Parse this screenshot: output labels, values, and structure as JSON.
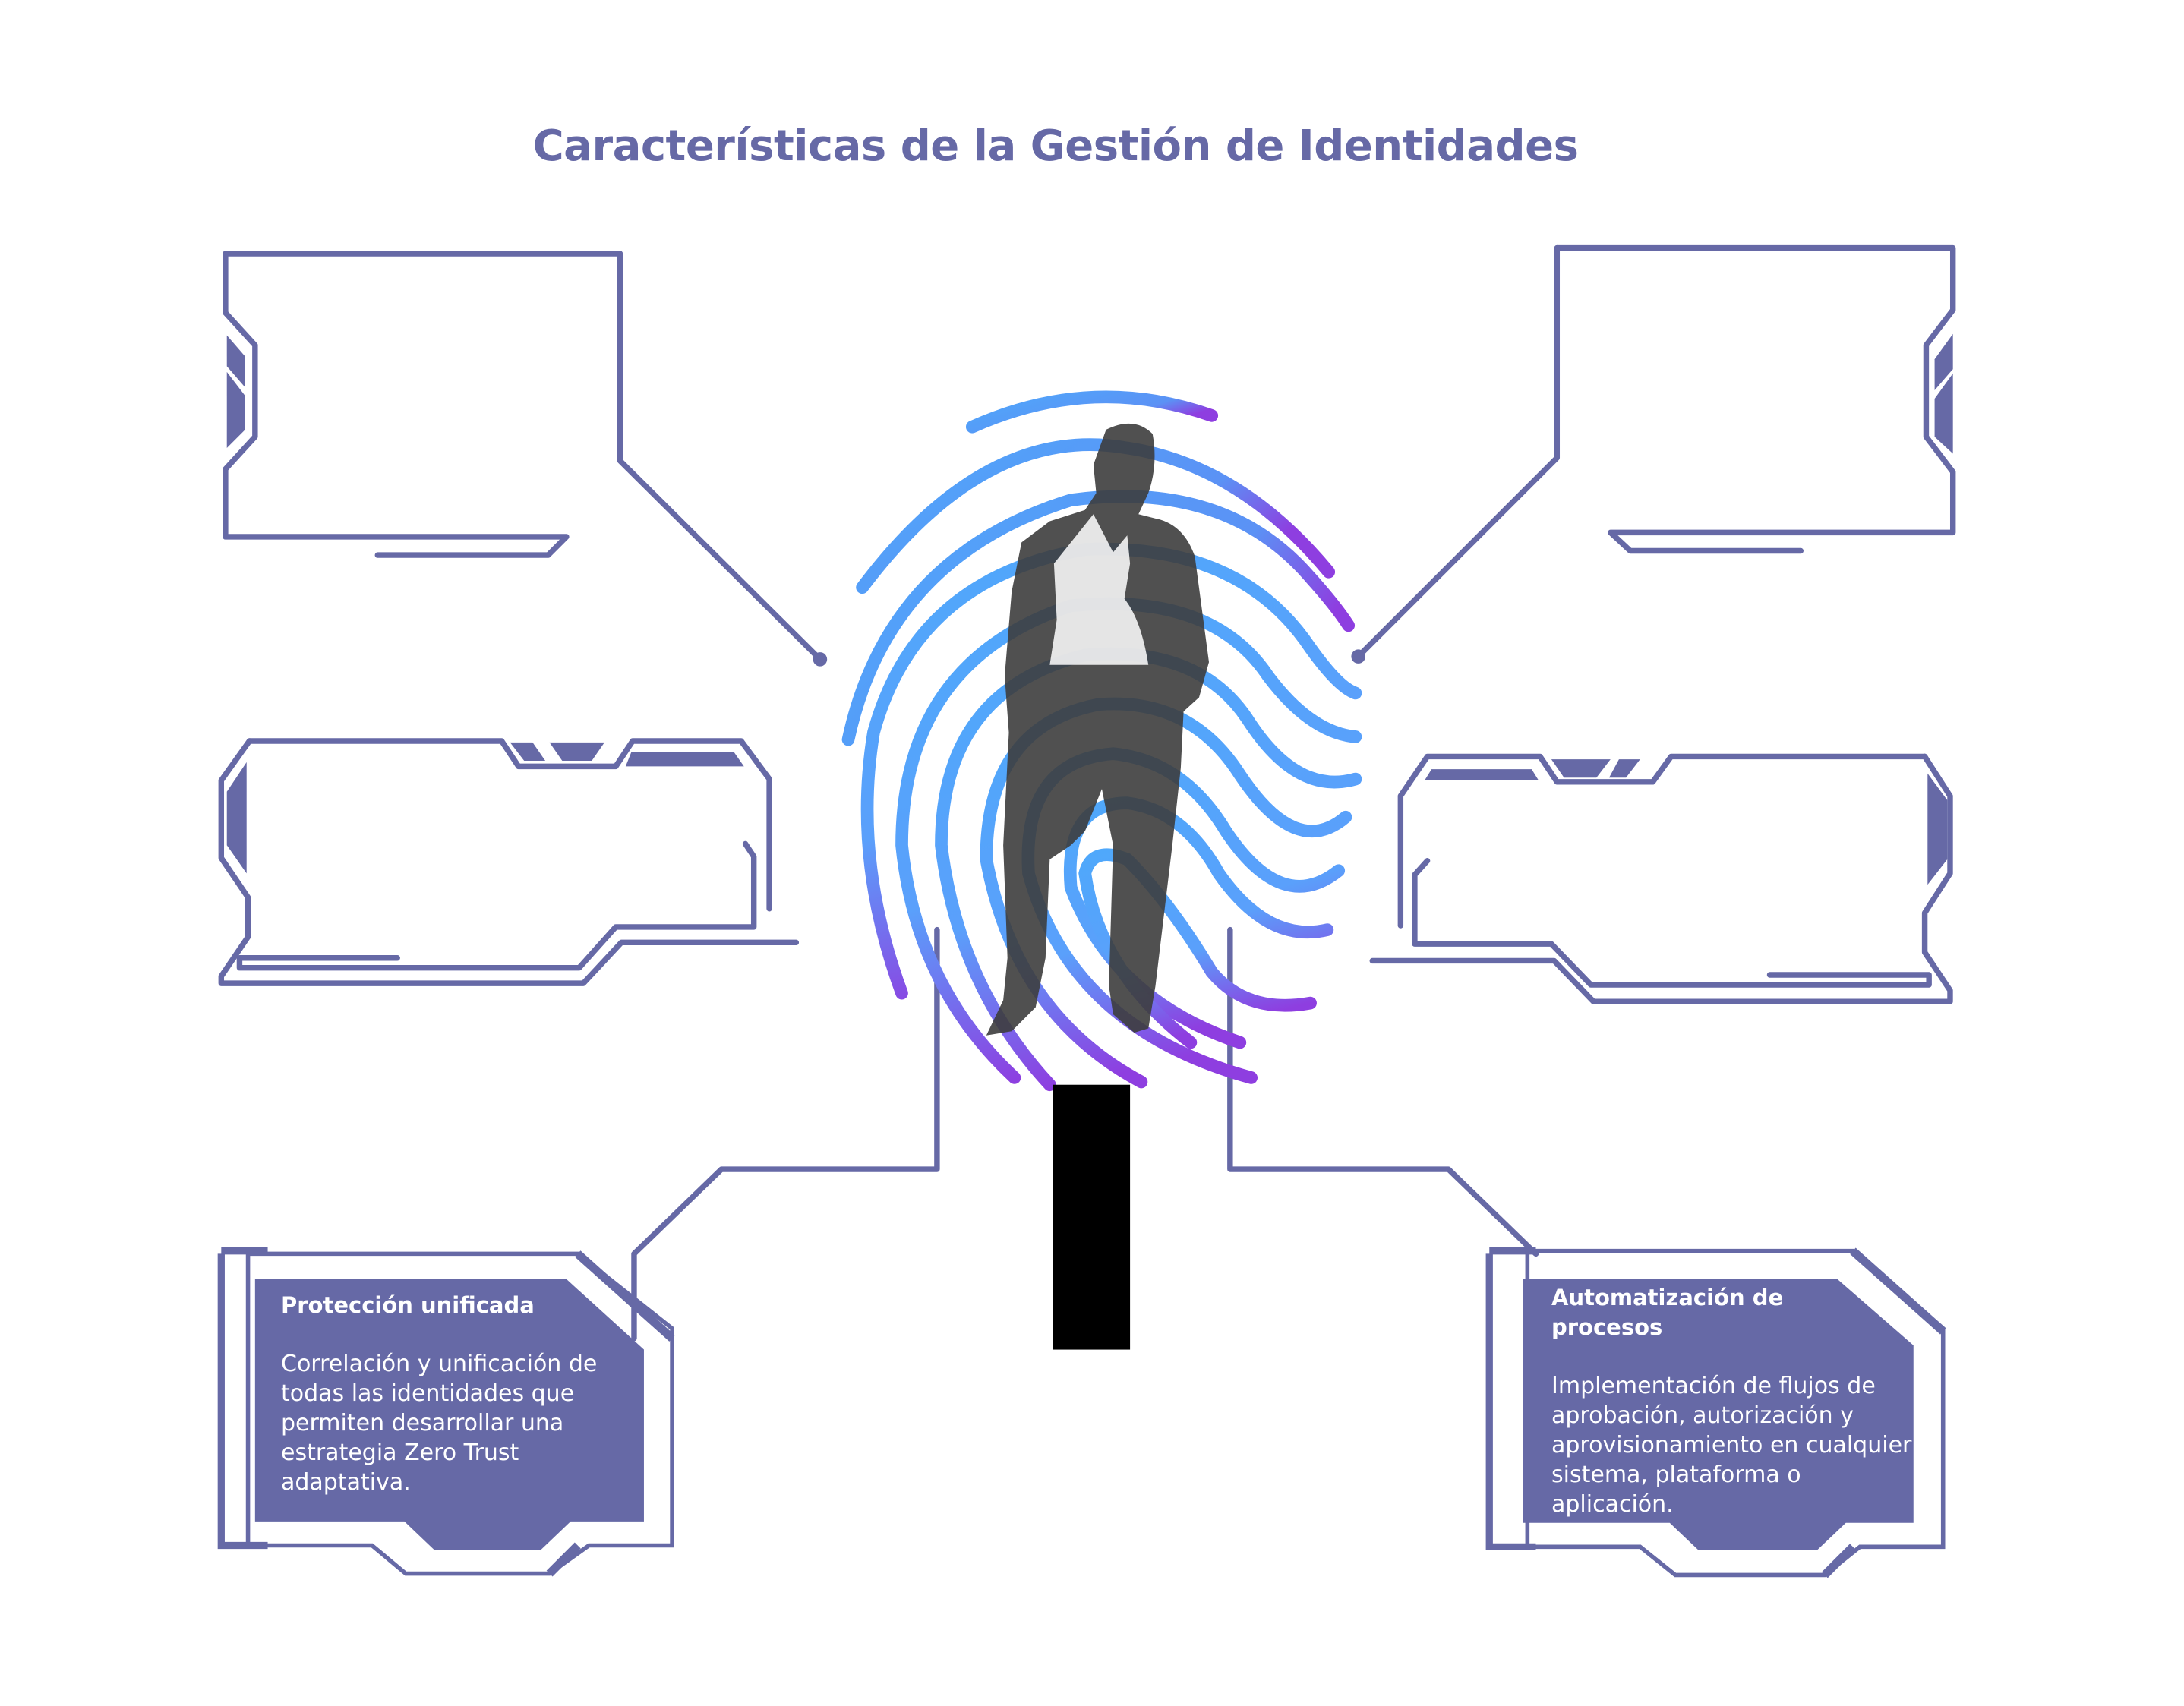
{
  "title": "Características de la Gestión de Identidades",
  "colors": {
    "frame": "#6669a6",
    "fingerprint_start": "#4fa8fb",
    "fingerprint_end": "#8e3ee0",
    "silhouette": "#3d3d3d",
    "background": "#ffffff"
  },
  "center_graphic": {
    "icon": "fingerprint-with-businessman-silhouette"
  },
  "cards": [
    {
      "id": "top-left",
      "title": "",
      "body": ""
    },
    {
      "id": "top-right",
      "title": "",
      "body": ""
    },
    {
      "id": "middle-left",
      "title": "",
      "body": ""
    },
    {
      "id": "middle-right",
      "title": "",
      "body": ""
    },
    {
      "id": "bottom-left",
      "title": "Protección unificada",
      "body": "Correlación y unificación de todas las identidades que permiten desarrollar una estrategia Zero Trust adaptativa."
    },
    {
      "id": "bottom-right",
      "title": "Automatización de procesos",
      "body": "Implementación de flujos de aprobación, autorización y aprovisionamiento en cualquier sistema, plataforma o aplicación."
    }
  ]
}
